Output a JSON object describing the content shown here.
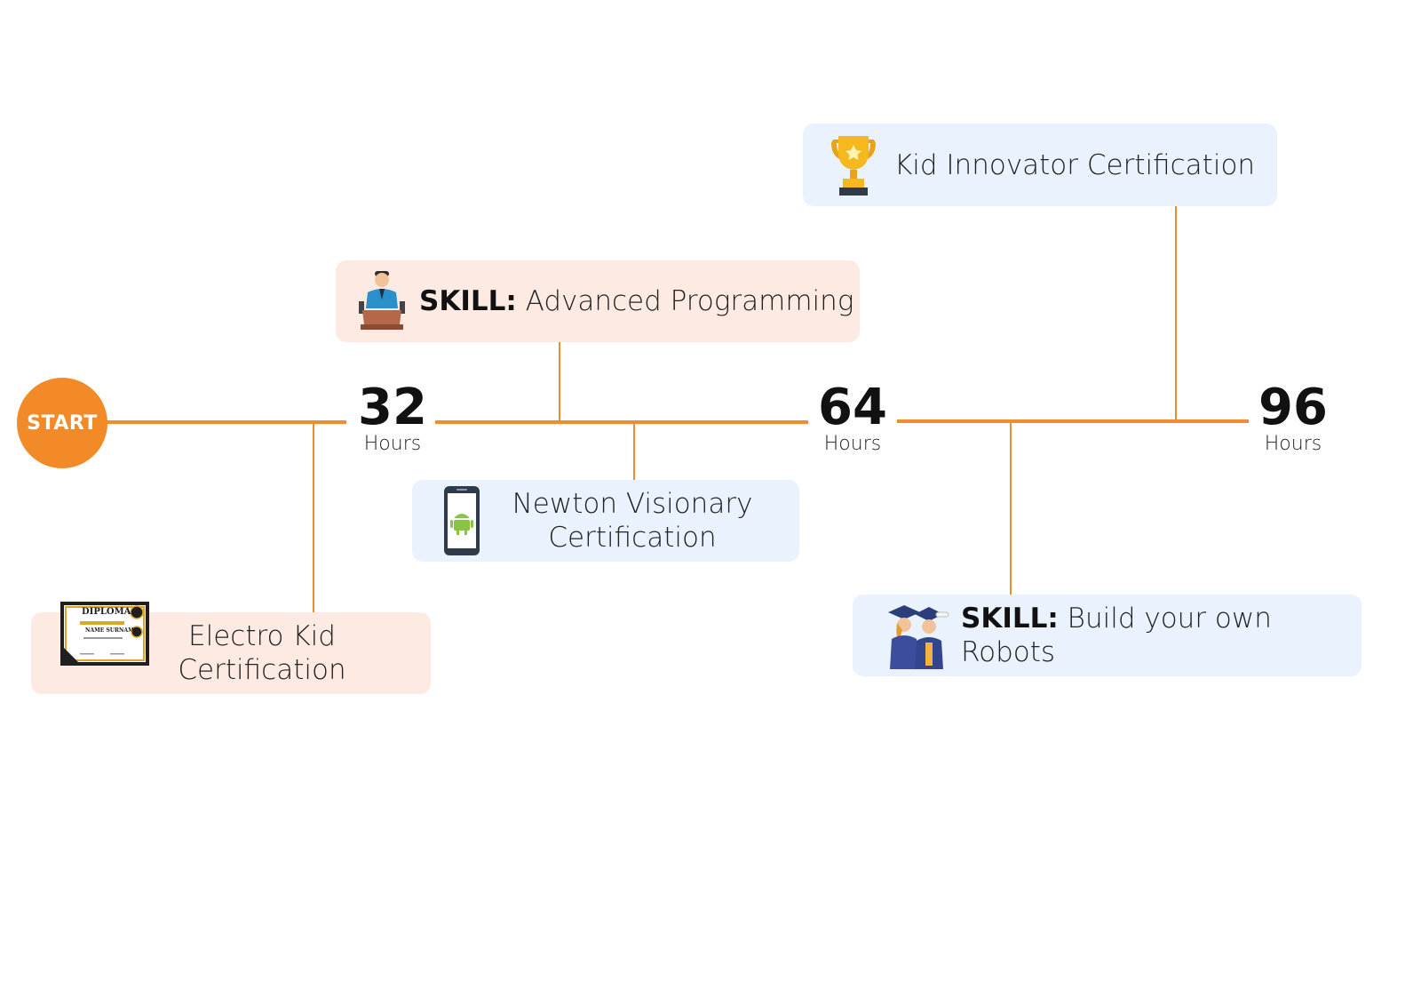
{
  "start_label": "START",
  "milestones": [
    {
      "number": "32",
      "unit": "Hours"
    },
    {
      "number": "64",
      "unit": "Hours"
    },
    {
      "number": "96",
      "unit": "Hours"
    }
  ],
  "cards": {
    "kid_innovator": {
      "text": "Kid Innovator Certification",
      "icon": "trophy-icon"
    },
    "advanced_programming": {
      "prefix": "SKILL:",
      "text": "Advanced Programming",
      "icon": "speaker-podium-icon"
    },
    "newton_visionary": {
      "line1": "Newton Visionary",
      "line2": "Certification",
      "icon": "android-phone-icon"
    },
    "electro_kid": {
      "line1": "Electro Kid",
      "line2": "Certification",
      "icon": "diploma-icon"
    },
    "build_robots": {
      "prefix": "SKILL:",
      "text": "Build your own Robots",
      "icon": "graduates-icon"
    }
  },
  "diploma_artwork": {
    "title": "DIPLOMA",
    "name": "NAME SURNAME"
  },
  "colors": {
    "accent": "#ef8c2c",
    "pink_card": "#fdebe3",
    "blue_card": "#eaf3fd"
  }
}
